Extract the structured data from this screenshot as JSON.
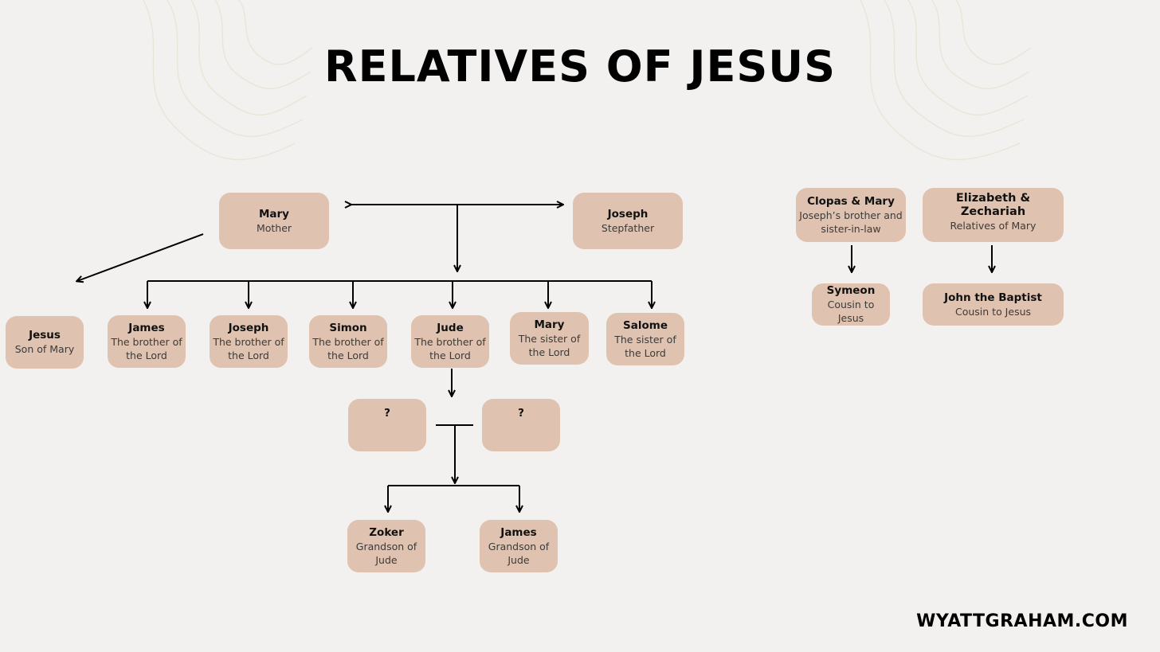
{
  "title": "RELATIVES OF JESUS",
  "footer": "WYATTGRAHAM.COM",
  "colors": {
    "background": "#f3f1ef",
    "node": "#dfc3b0",
    "line": "#000000"
  },
  "nodes": {
    "mary": {
      "name": "Mary",
      "desc": "Mother"
    },
    "joseph_father": {
      "name": "Joseph",
      "desc": "Stepfather"
    },
    "jesus": {
      "name": "Jesus",
      "desc": "Son of Mary"
    },
    "james": {
      "name": "James",
      "desc": "The brother of the Lord"
    },
    "joseph": {
      "name": "Joseph",
      "desc": "The brother of the Lord"
    },
    "simon": {
      "name": "Simon",
      "desc": "The brother of the Lord"
    },
    "jude": {
      "name": "Jude",
      "desc": "The brother of the Lord"
    },
    "mary_sister": {
      "name": "Mary",
      "desc": "The sister of the Lord"
    },
    "salome": {
      "name": "Salome",
      "desc": "The sister of the Lord"
    },
    "unknown1": {
      "name": "?",
      "desc": ""
    },
    "unknown2": {
      "name": "?",
      "desc": ""
    },
    "zoker": {
      "name": "Zoker",
      "desc": "Grandson of Jude"
    },
    "james_grandson": {
      "name": "James",
      "desc": "Grandson of Jude"
    },
    "clopas": {
      "name": "Clopas & Mary",
      "desc": "Joseph’s brother and sister-in-law"
    },
    "elizabeth": {
      "name": "Elizabeth & Zechariah",
      "desc": "Relatives of Mary"
    },
    "symeon": {
      "name": "Symeon",
      "desc": "Cousin to Jesus"
    },
    "john": {
      "name": "John the Baptist",
      "desc": "Cousin to Jesus"
    }
  }
}
